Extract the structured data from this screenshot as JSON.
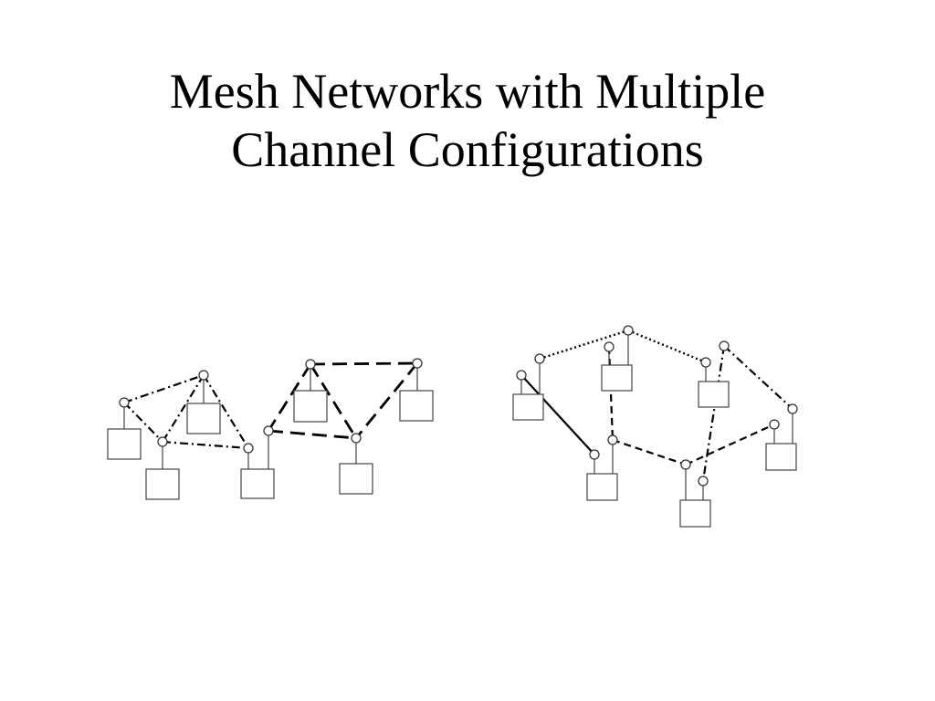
{
  "slide": {
    "title_line1": "Mesh Networks with Multiple",
    "title_line2": "Channel Configurations"
  },
  "colors": {
    "background": "#ffffff",
    "ink": "#000000",
    "node_stroke": "#333333",
    "box_stroke": "#444444"
  },
  "diagrams": [
    {
      "name": "left-mesh",
      "channel_styles": [
        "dash-dot",
        "dashed"
      ]
    },
    {
      "name": "right-mesh",
      "channel_styles": [
        "solid",
        "dotted",
        "dashed",
        "dash-dot"
      ]
    }
  ]
}
